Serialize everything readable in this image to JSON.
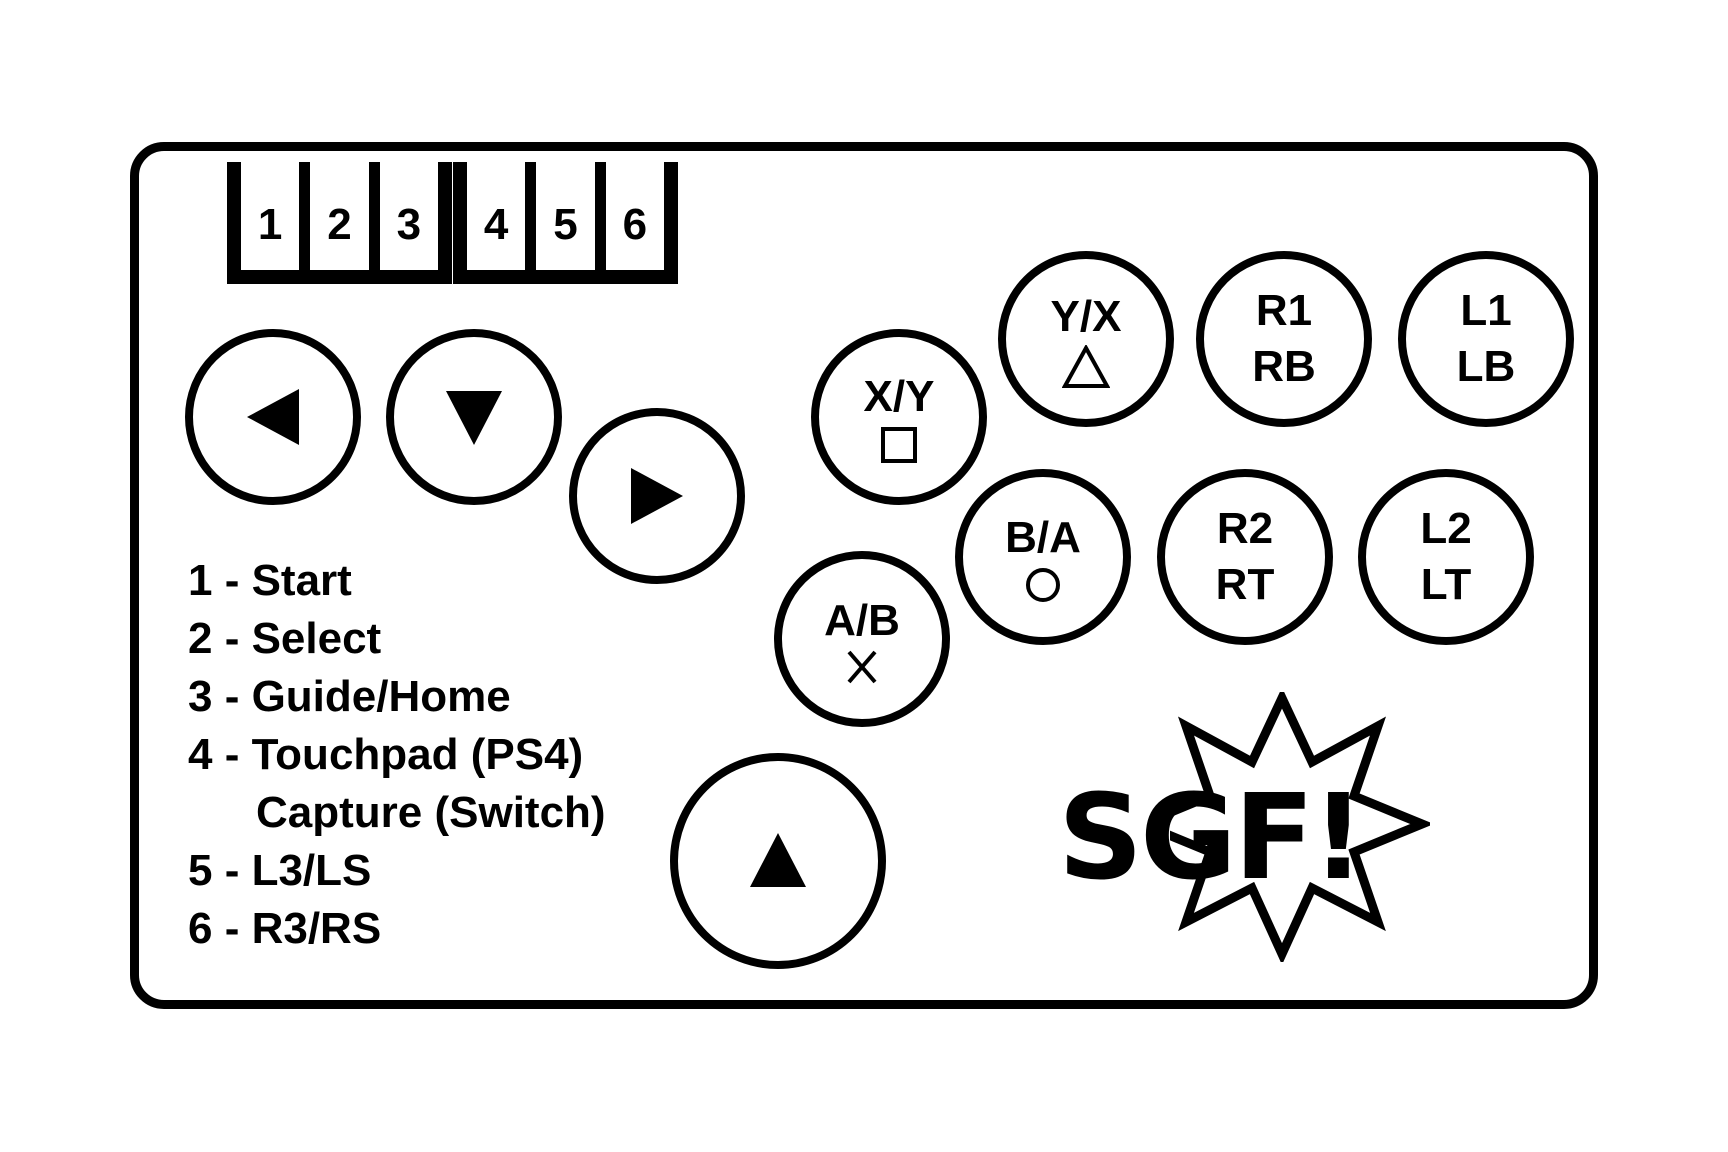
{
  "function_buttons": [
    {
      "group": "left",
      "labels": [
        "1",
        "2",
        "3"
      ]
    },
    {
      "group": "right",
      "labels": [
        "4",
        "5",
        "6"
      ]
    }
  ],
  "face_buttons": {
    "xy": {
      "label": "X/Y",
      "symbol": "square-icon"
    },
    "yx": {
      "label": "Y/X",
      "symbol": "triangle-icon"
    },
    "ab": {
      "label": "A/B",
      "symbol": "cross-icon"
    },
    "ba": {
      "label": "B/A",
      "symbol": "circle-icon"
    },
    "r1": {
      "line1": "R1",
      "line2": "RB"
    },
    "l1": {
      "line1": "L1",
      "line2": "LB"
    },
    "r2": {
      "line1": "R2",
      "line2": "RT"
    },
    "l2": {
      "line1": "L2",
      "line2": "LT"
    }
  },
  "direction_buttons": [
    "left-arrow-icon",
    "down-arrow-icon",
    "right-arrow-icon",
    "up-arrow-icon"
  ],
  "legend": [
    "1 - Start",
    "2 - Select",
    "3 - Guide/Home",
    "4 - Touchpad (PS4)",
    "Capture (Switch)",
    "5 - L3/LS",
    "6 - R3/RS"
  ],
  "logo": {
    "text": "SGF!"
  }
}
